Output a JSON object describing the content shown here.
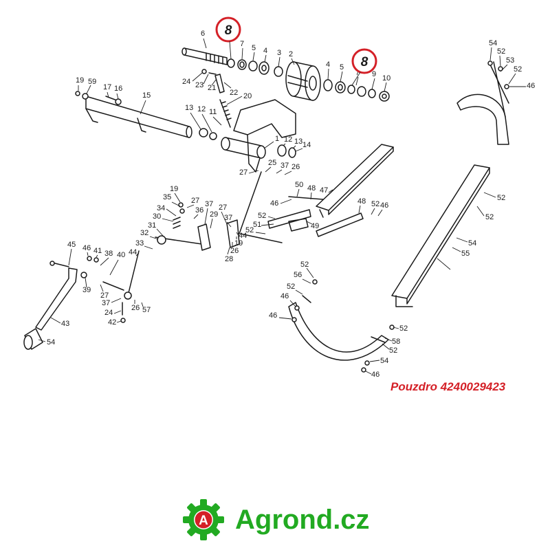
{
  "diagram": {
    "highlighted_labels": [
      "8",
      "8"
    ],
    "callouts": [
      "6",
      "7",
      "5",
      "4",
      "3",
      "2",
      "4",
      "5",
      "7",
      "9",
      "10",
      "24",
      "23",
      "21",
      "22",
      "20",
      "19",
      "59",
      "17",
      "16",
      "15",
      "13",
      "12",
      "11",
      "1",
      "12",
      "13",
      "14",
      "25",
      "37",
      "26",
      "27",
      "54",
      "52",
      "53",
      "52",
      "46",
      "50",
      "48",
      "47",
      "46",
      "52",
      "51",
      "49",
      "48",
      "52",
      "46",
      "19",
      "27",
      "35",
      "36",
      "37",
      "27",
      "34",
      "29",
      "30",
      "37",
      "31",
      "44",
      "52",
      "32",
      "28",
      "26",
      "19",
      "33",
      "44",
      "45",
      "46",
      "41",
      "38",
      "40",
      "39",
      "27",
      "37",
      "26",
      "57",
      "24",
      "42",
      "43",
      "54",
      "52",
      "56",
      "52",
      "46",
      "46",
      "52",
      "58",
      "52",
      "54",
      "46",
      "52",
      "52",
      "54",
      "55"
    ]
  },
  "part_name": "Pouzdro 4240029423",
  "brand": {
    "name": "Agrond.cz",
    "logo_letter": "A"
  },
  "colors": {
    "accent_red": "#d42027",
    "brand_green": "#22aa22",
    "ink": "#1a1a1a"
  },
  "icons": {
    "logo": "gear-logo-icon"
  }
}
